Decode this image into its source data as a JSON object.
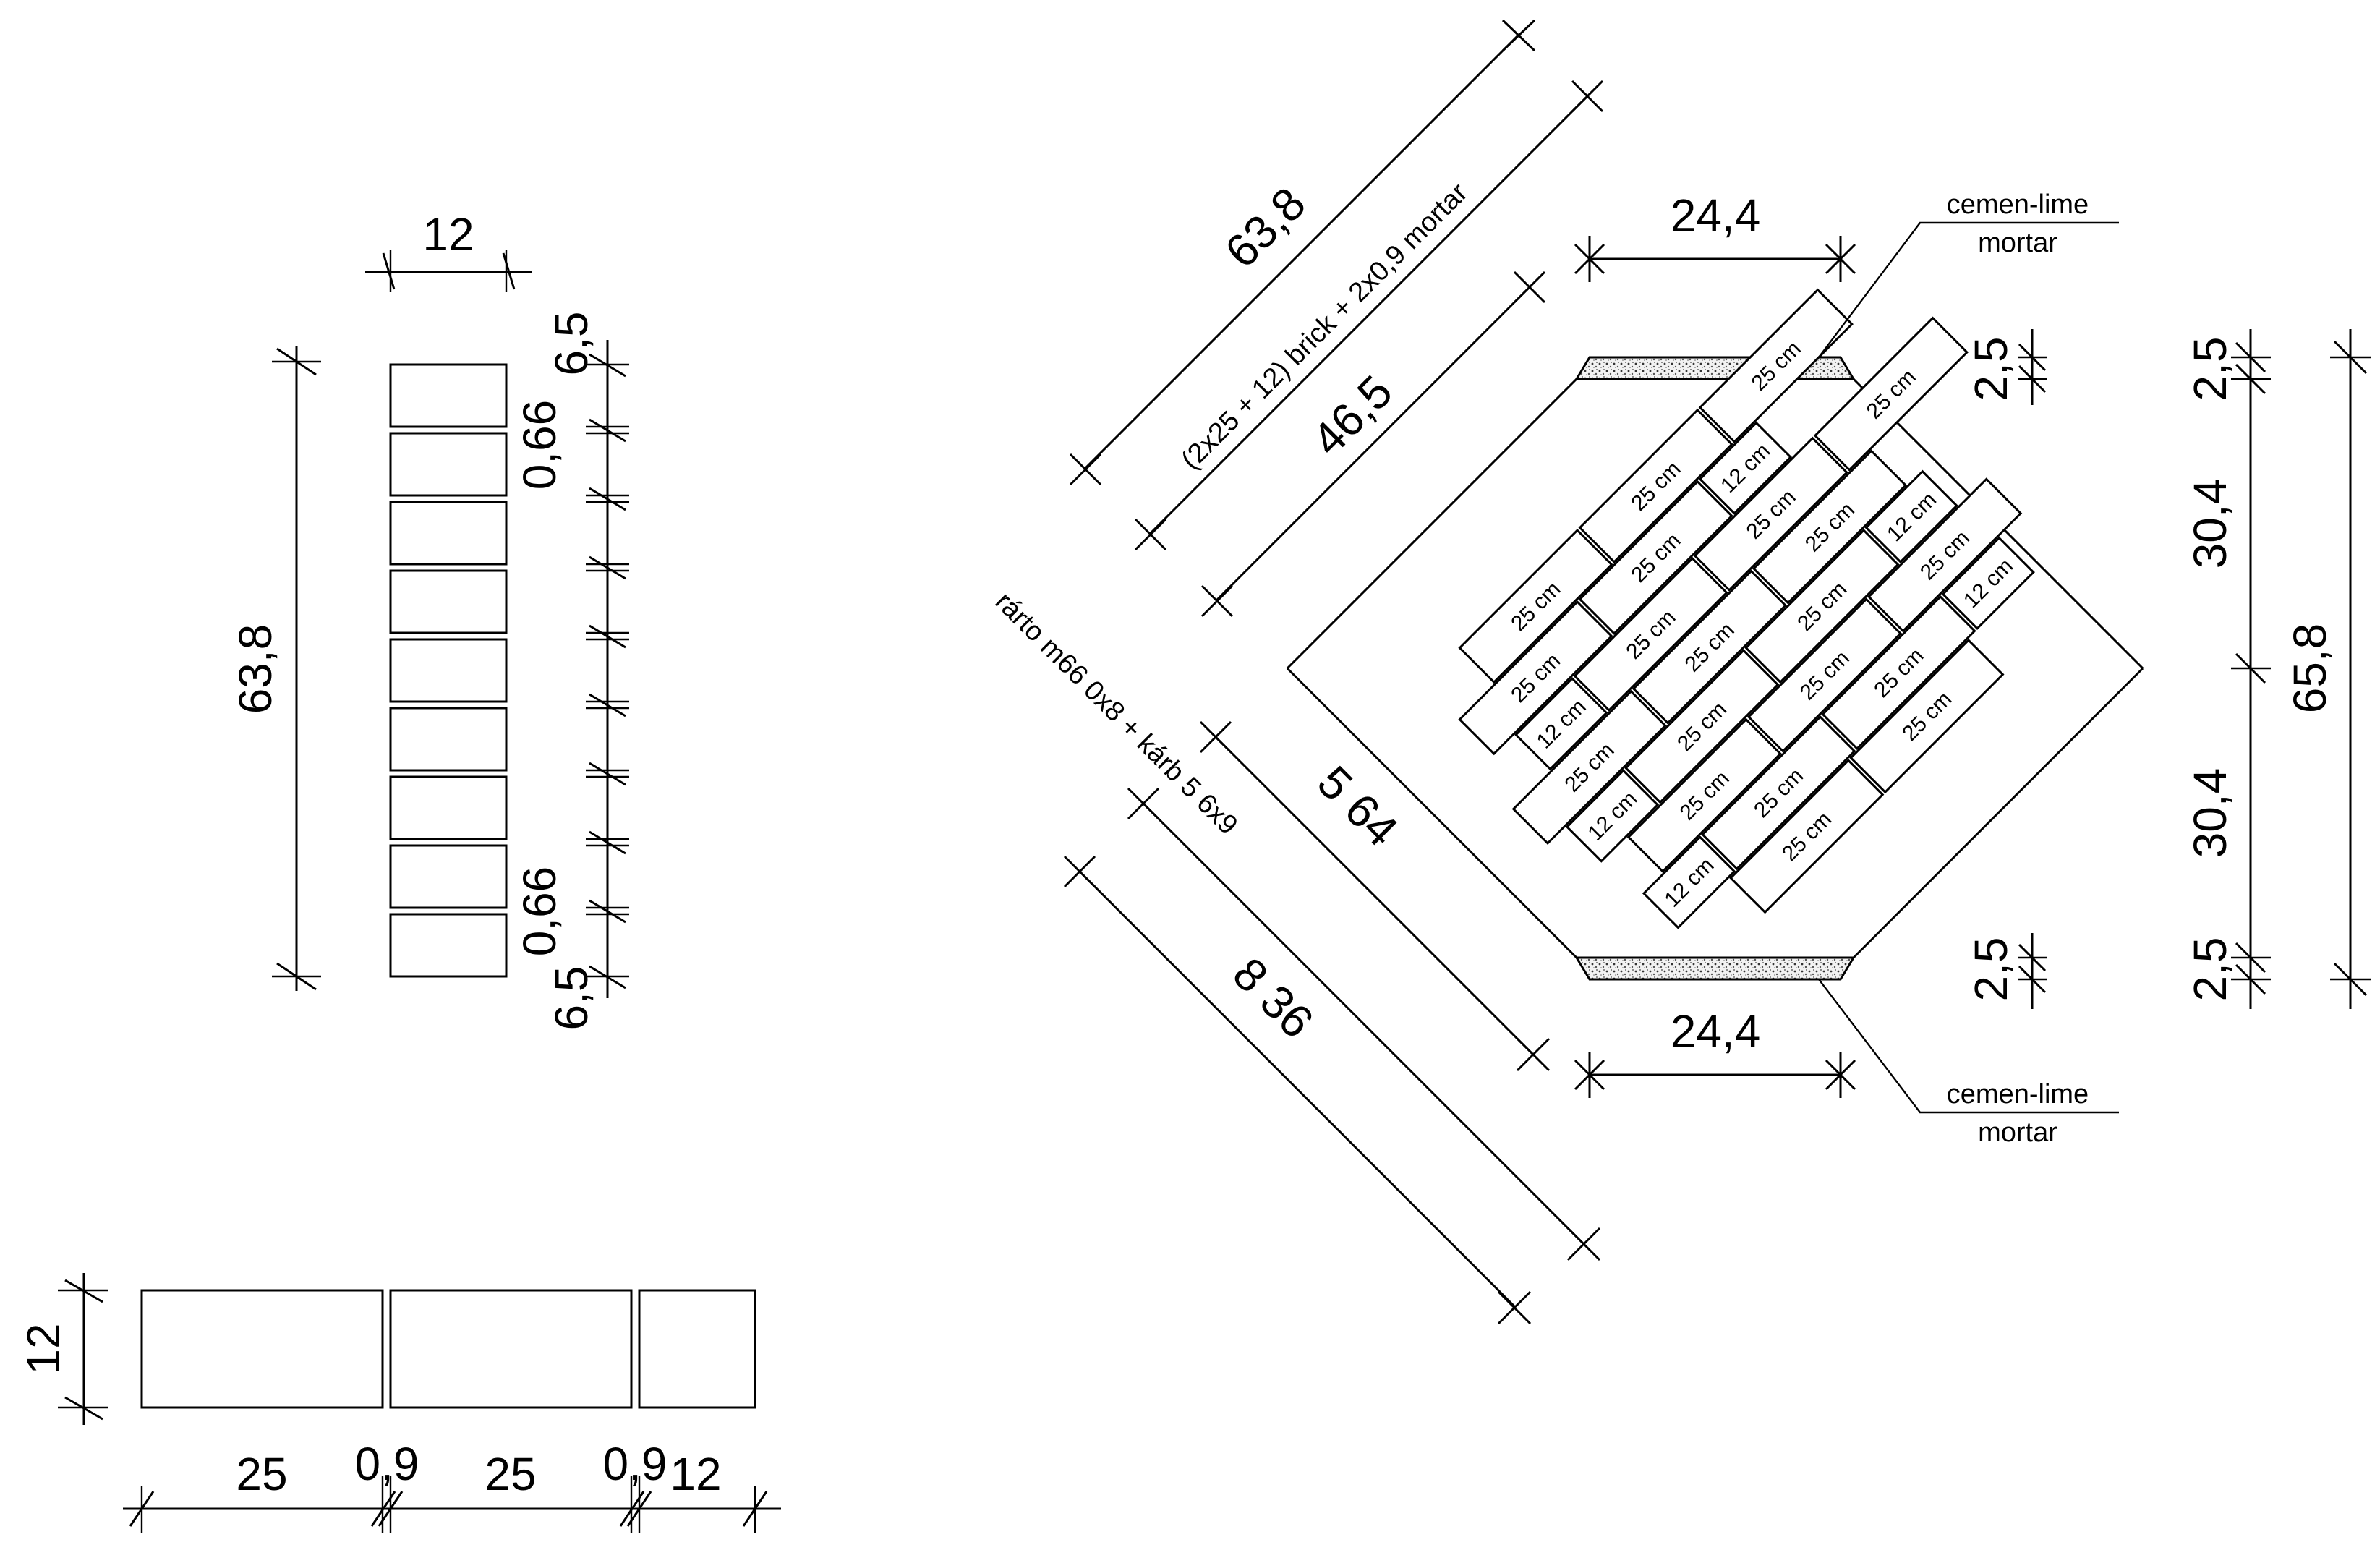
{
  "left_column": {
    "width": "12",
    "height": "63,8",
    "end_top": "6,5",
    "joint_top": "0,66",
    "joint_bottom": "0,66",
    "end_bottom": "6,5"
  },
  "bottom_strip": {
    "height": "12",
    "seg1": "25",
    "joint1": "0,9",
    "seg2": "25",
    "joint2": "0,9",
    "seg3": "12"
  },
  "diamond": {
    "dim_long": "63,8",
    "dim_formula": "(2x25 + 12) brick + 2x0,9 mortar",
    "dim_inner": "46,5",
    "dim_lower_a": "5 64",
    "dim_lower_b": "8 36",
    "dim_lower_formula": "rárto m66 0x8 + kárb 5 6x9",
    "top_width": "24,4",
    "bottom_width": "24,4",
    "mortar_top": "cemen-lime\nmortar",
    "mortar_bottom": "cemen-lime\nmortar",
    "right_small_top": "2,5",
    "right_small_bottom": "2,5",
    "far_top": "2,5",
    "far_mid_top": "30,4",
    "far_mid_bottom": "30,4",
    "far_bottom": "2,5",
    "far_total": "65,8",
    "brick_labels": [
      "25 cm",
      "25 cm",
      "25 cm",
      "25 cm",
      "25 cm",
      "25 cm",
      "25 cm",
      "25 cm",
      "25 cm",
      "25 cm",
      "25 cm",
      "25 cm",
      "25 cm",
      "25 cm",
      "25 cm",
      "25 cm",
      "12 cm",
      "12 cm",
      "12 cm",
      "12 cm",
      "12 cm",
      "12 cm"
    ]
  }
}
